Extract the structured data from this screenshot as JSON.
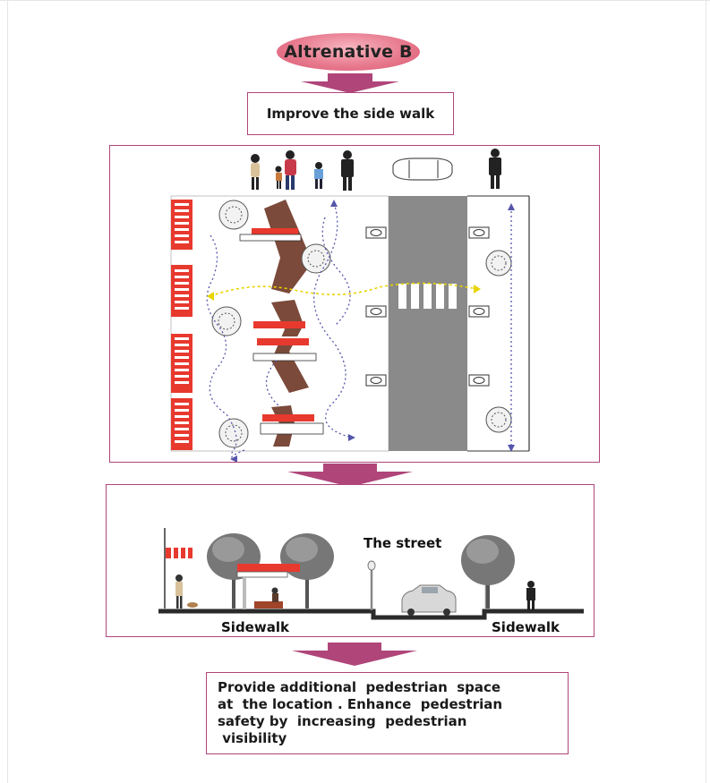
{
  "title": "Altrenative B",
  "step1": "Improve the side walk",
  "section": {
    "street_label": "The street",
    "sidewalk_left": "Sidewalk",
    "sidewalk_right": "Sidewalk"
  },
  "result": {
    "lines": [
      "Provide additional  pedestrian  space",
      "at  the location . Enhance  pedestrian",
      "safety by  increasing  pedestrian",
      " visibility"
    ]
  },
  "colors": {
    "frame": "#b0457a",
    "arrow": "#b0457a",
    "road": "#8a8a8a",
    "stripe_red": "#e8392e",
    "planter": "#7b4a3a",
    "path_blue": "#5555aa",
    "path_yellow": "#e8d400",
    "ground": "#2a2a2a"
  }
}
